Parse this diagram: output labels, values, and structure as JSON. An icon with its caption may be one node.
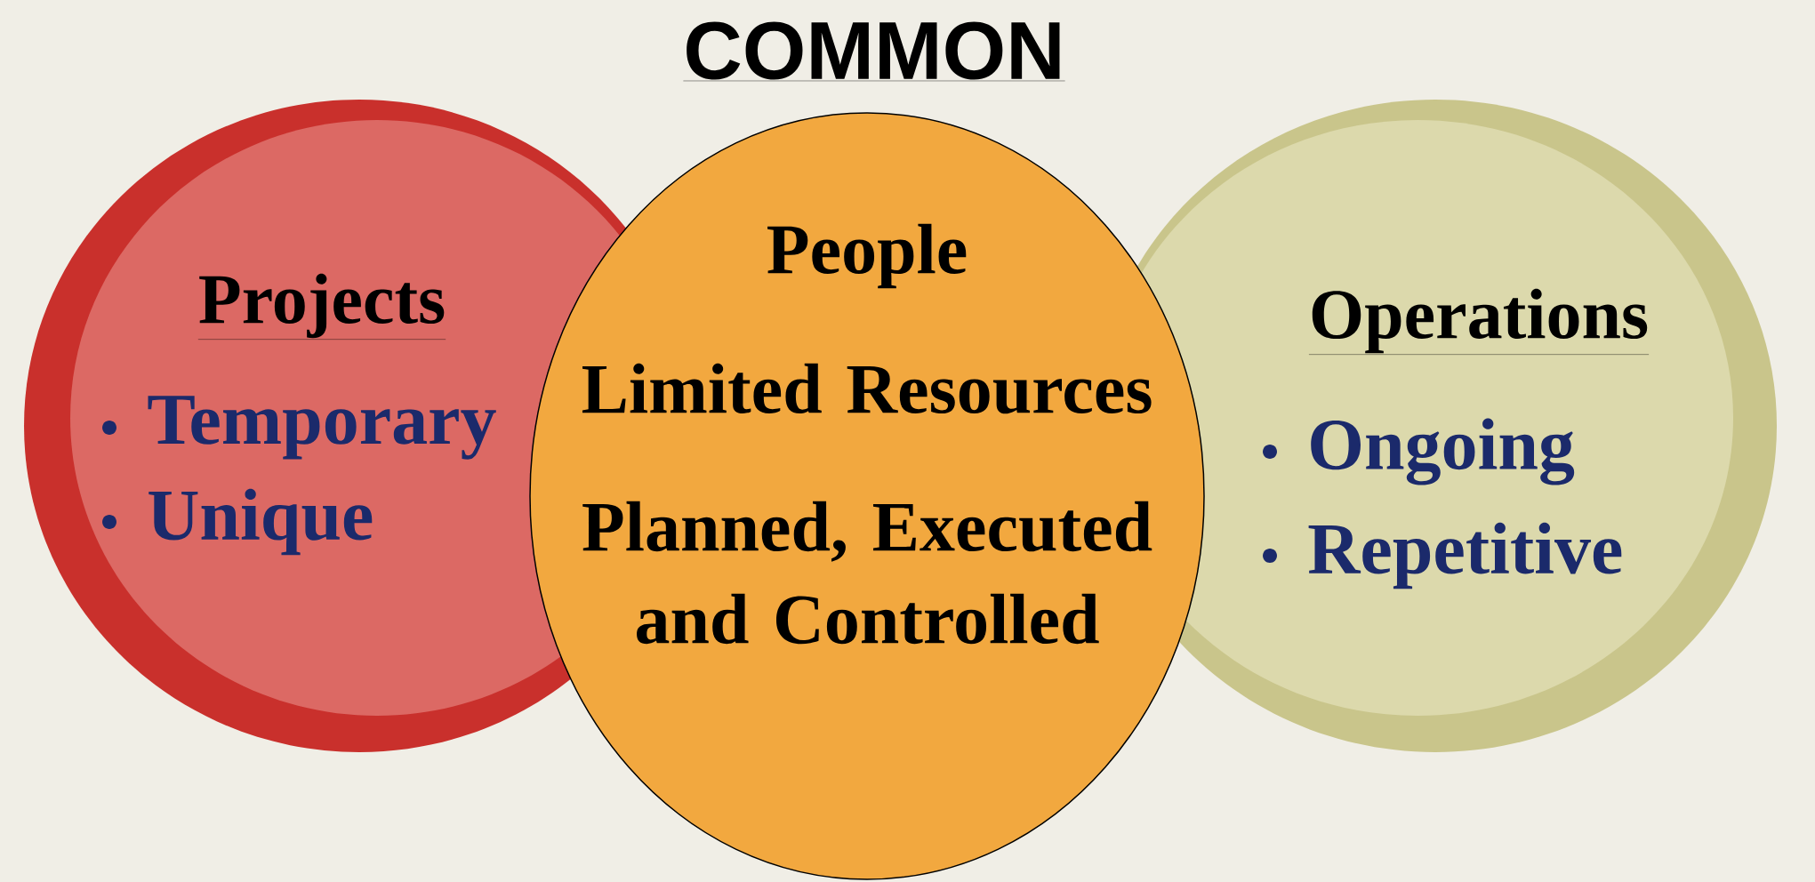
{
  "diagram": {
    "title": "COMMON",
    "nodes": [
      {
        "text": [
          "Projects",
          "Temporary",
          "Unique"
        ]
      },
      {
        "text": [
          "Operations",
          "Ongoing",
          "Repetitive"
        ]
      },
      {
        "text": [
          "People",
          "Limited Resources",
          "Planned, Executed and Controlled"
        ]
      }
    ]
  }
}
